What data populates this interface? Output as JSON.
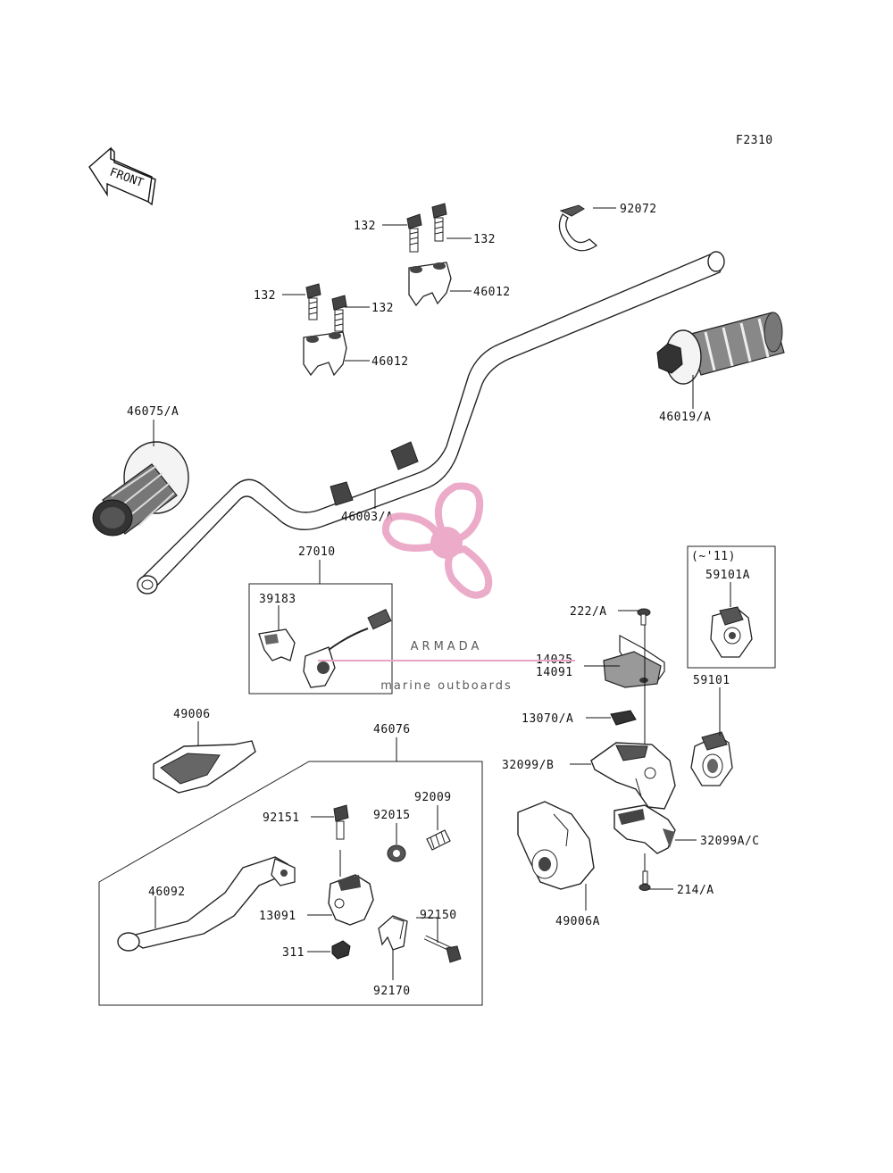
{
  "figure_code": "F2310",
  "front_arrow_label": "FRONT",
  "watermark": {
    "brand": "ARMADA",
    "tagline": "marine outboards",
    "logo_color": "#e9a3c4",
    "text_color": "#5a5a5a"
  },
  "parts": {
    "p132_a": "132",
    "p132_b": "132",
    "p132_c": "132",
    "p132_d": "132",
    "p92072": "92072",
    "p46012_a": "46012",
    "p46012_b": "46012",
    "p46019a": "46019/A",
    "p46075a": "46075/A",
    "p46003a": "46003/A",
    "p27010": "27010",
    "p39183": "39183",
    "note_11": "(~'11)",
    "p59101a": "59101A",
    "p222a": "222/A",
    "p14025": "14025",
    "p14091": "14091",
    "p13070a": "13070/A",
    "p59101": "59101",
    "p32099b": "32099/B",
    "p32099ac": "32099A/C",
    "p214a": "214/A",
    "p49006a": "49006A",
    "p49006": "49006",
    "p46076": "46076",
    "p92151": "92151",
    "p92015": "92015",
    "p92009": "92009",
    "p46092": "46092",
    "p13091": "13091",
    "p92150": "92150",
    "p311": "311",
    "p92170": "92170"
  }
}
